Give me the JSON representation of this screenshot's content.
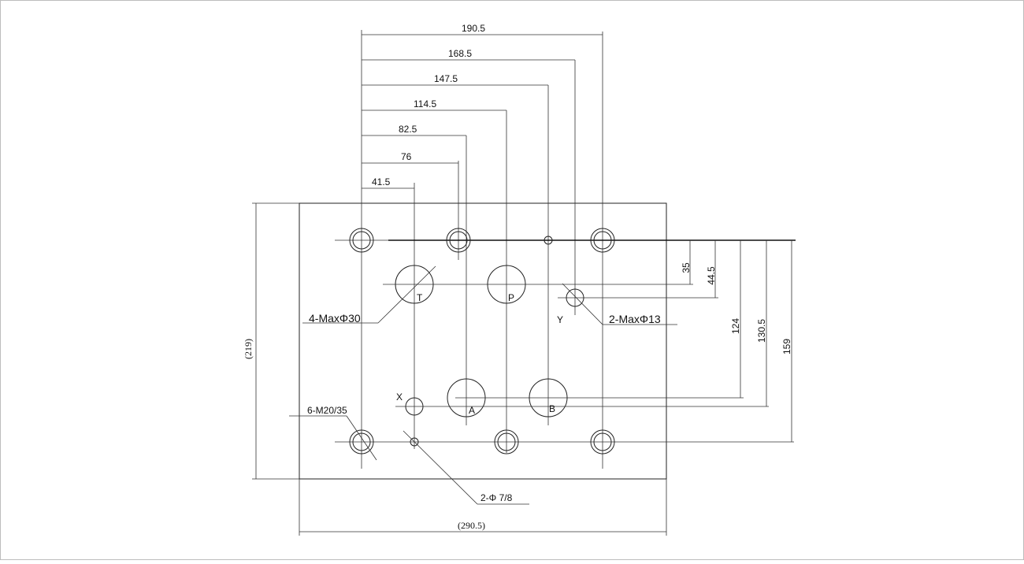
{
  "drawing": {
    "top_dimensions": [
      "190.5",
      "168.5",
      "147.5",
      "114.5",
      "82.5",
      "76",
      "41.5"
    ],
    "right_dimensions": [
      "35",
      "44.5",
      "124",
      "130.5",
      "159"
    ],
    "overall_height": "(219)",
    "overall_width": "(290.5)",
    "port_labels": {
      "t": "T",
      "p": "P",
      "y": "Y",
      "x": "X",
      "a": "A",
      "b": "B"
    },
    "callouts": {
      "main_ports": "4-MaxΦ30",
      "pilot_ports": "2-MaxΦ13",
      "mounting_bolts": "6-M20/35",
      "dowel_pins": "2-Φ 7/8"
    }
  }
}
